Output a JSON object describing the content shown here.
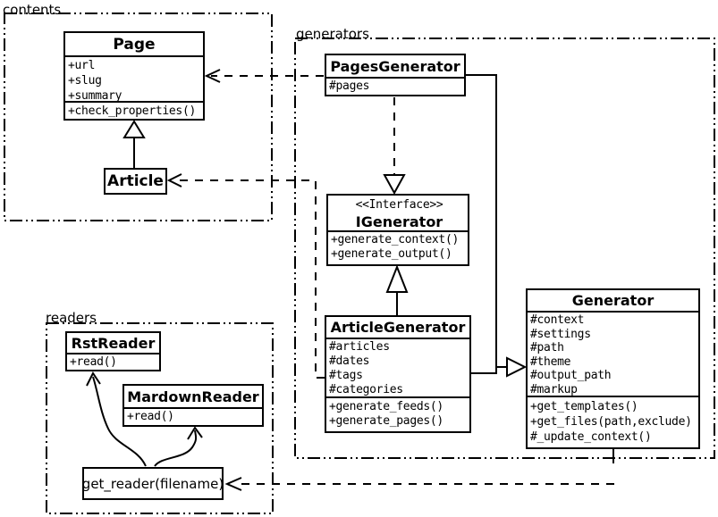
{
  "diagram": {
    "packages": {
      "contents": {
        "label": "contents"
      },
      "generators": {
        "label": "generators"
      },
      "readers": {
        "label": "readers"
      }
    },
    "classes": {
      "page": {
        "title": "Page",
        "attributes": [
          "+url",
          "+slug",
          "+summary"
        ],
        "methods": [
          "+check_properties()"
        ]
      },
      "article": {
        "title": "Article"
      },
      "pages_generator": {
        "title": "PagesGenerator",
        "attributes": [
          "#pages"
        ]
      },
      "igenerator": {
        "stereotype": "<<Interface>>",
        "title": "IGenerator",
        "methods": [
          "+generate_context()",
          "+generate_output()"
        ]
      },
      "article_generator": {
        "title": "ArticleGenerator",
        "attributes": [
          "#articles",
          "#dates",
          "#tags",
          "#categories"
        ],
        "methods": [
          "+generate_feeds()",
          "+generate_pages()"
        ]
      },
      "generator": {
        "title": "Generator",
        "attributes": [
          "#context",
          "#settings",
          "#path",
          "#theme",
          "#output_path",
          "#markup"
        ],
        "methods": [
          "+get_templates()",
          "+get_files(path,exclude)",
          "#_update_context()"
        ]
      },
      "rst_reader": {
        "title": "RstReader",
        "methods": [
          "+read()"
        ]
      },
      "mardown_reader": {
        "title": "MardownReader",
        "methods": [
          "+read()"
        ]
      },
      "get_reader": {
        "label": "get_reader(filename)"
      }
    },
    "colors": {
      "line": "#000000",
      "background": "#ffffff",
      "box_fill": "#ffffff"
    }
  }
}
